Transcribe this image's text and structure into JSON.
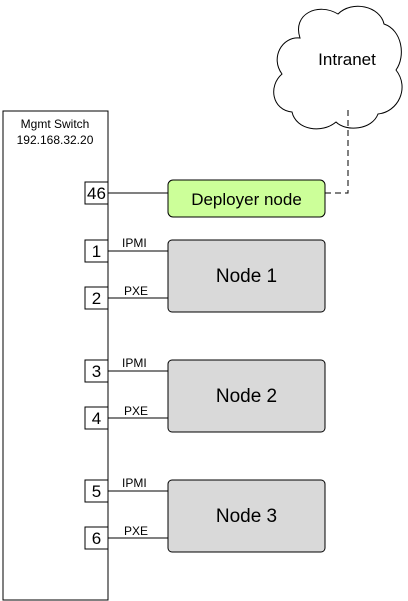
{
  "cloud": {
    "label": "Intranet"
  },
  "switch": {
    "name": "Mgmt Switch",
    "ip": "192.168.32.20"
  },
  "deployer": {
    "label": "Deployer node",
    "port": "46",
    "fill": "#ccff99"
  },
  "nodes": [
    {
      "label": "Node 1",
      "ipmi_port": "1",
      "pxe_port": "2",
      "ipmi_label": "IPMI",
      "pxe_label": "PXE"
    },
    {
      "label": "Node 2",
      "ipmi_port": "3",
      "pxe_port": "4",
      "ipmi_label": "IPMI",
      "pxe_label": "PXE"
    },
    {
      "label": "Node 3",
      "ipmi_port": "5",
      "pxe_port": "6",
      "ipmi_label": "IPMI",
      "pxe_label": "PXE"
    }
  ],
  "colors": {
    "node_fill": "#d9d9d9",
    "stroke": "#000000"
  }
}
